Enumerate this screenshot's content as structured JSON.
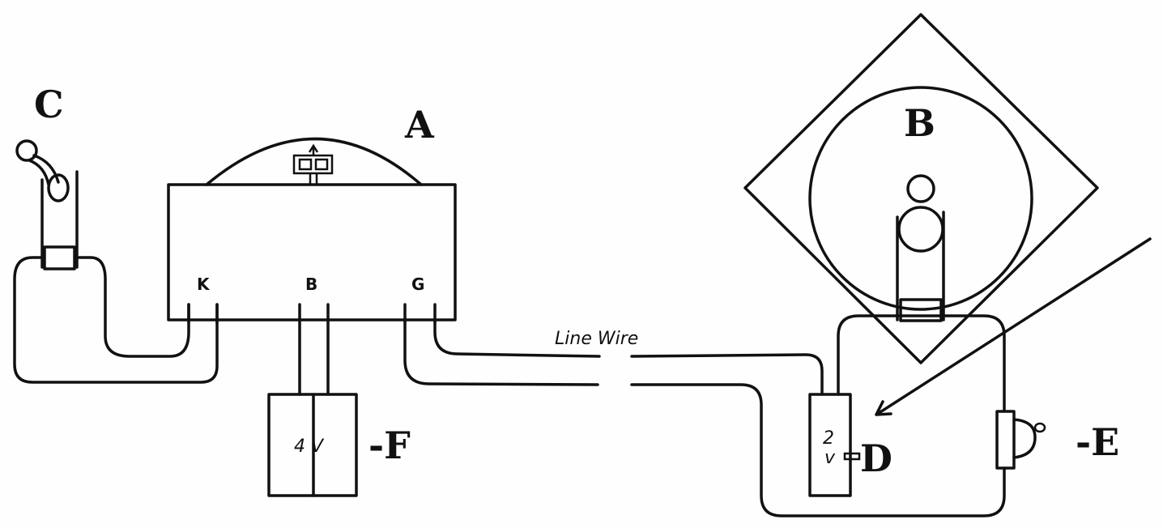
{
  "labels": {
    "switch": "C",
    "instrument": "A",
    "sounder": "B",
    "cell": "D",
    "bell": "-E",
    "battery": "-F"
  },
  "terminals": {
    "key": "K",
    "battery": "B",
    "ground": "G"
  },
  "line_wire": "Line Wire",
  "battery_voltage": "4 V",
  "cell_voltage_num": "2",
  "cell_voltage_unit": "v"
}
